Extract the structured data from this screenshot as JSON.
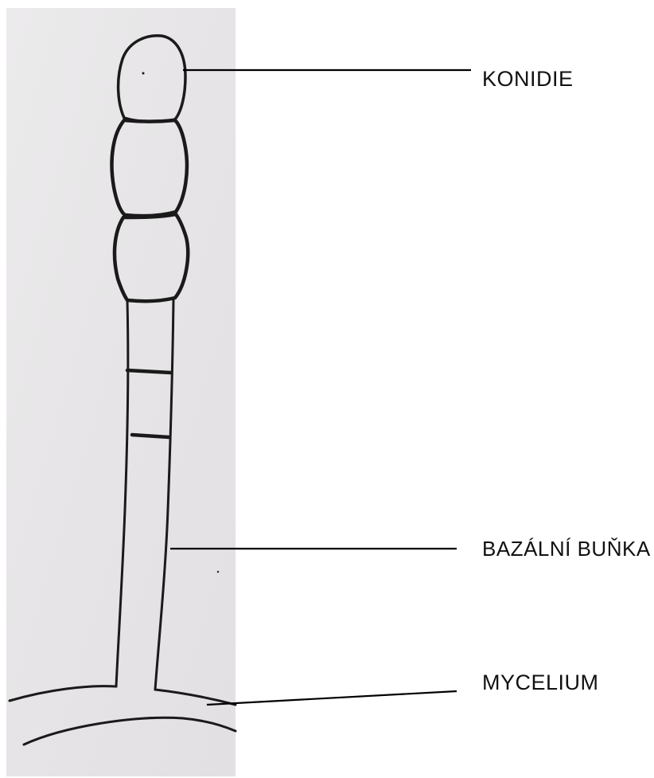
{
  "labels": {
    "konidie": "KONIDIE",
    "bazalni_bunka": "BAZÁLNÍ BUŇKA",
    "mycelium": "MYCELIUM"
  },
  "colors": {
    "paper": "#e9e7e8",
    "ink": "#1a1a1a",
    "background": "#ffffff"
  }
}
